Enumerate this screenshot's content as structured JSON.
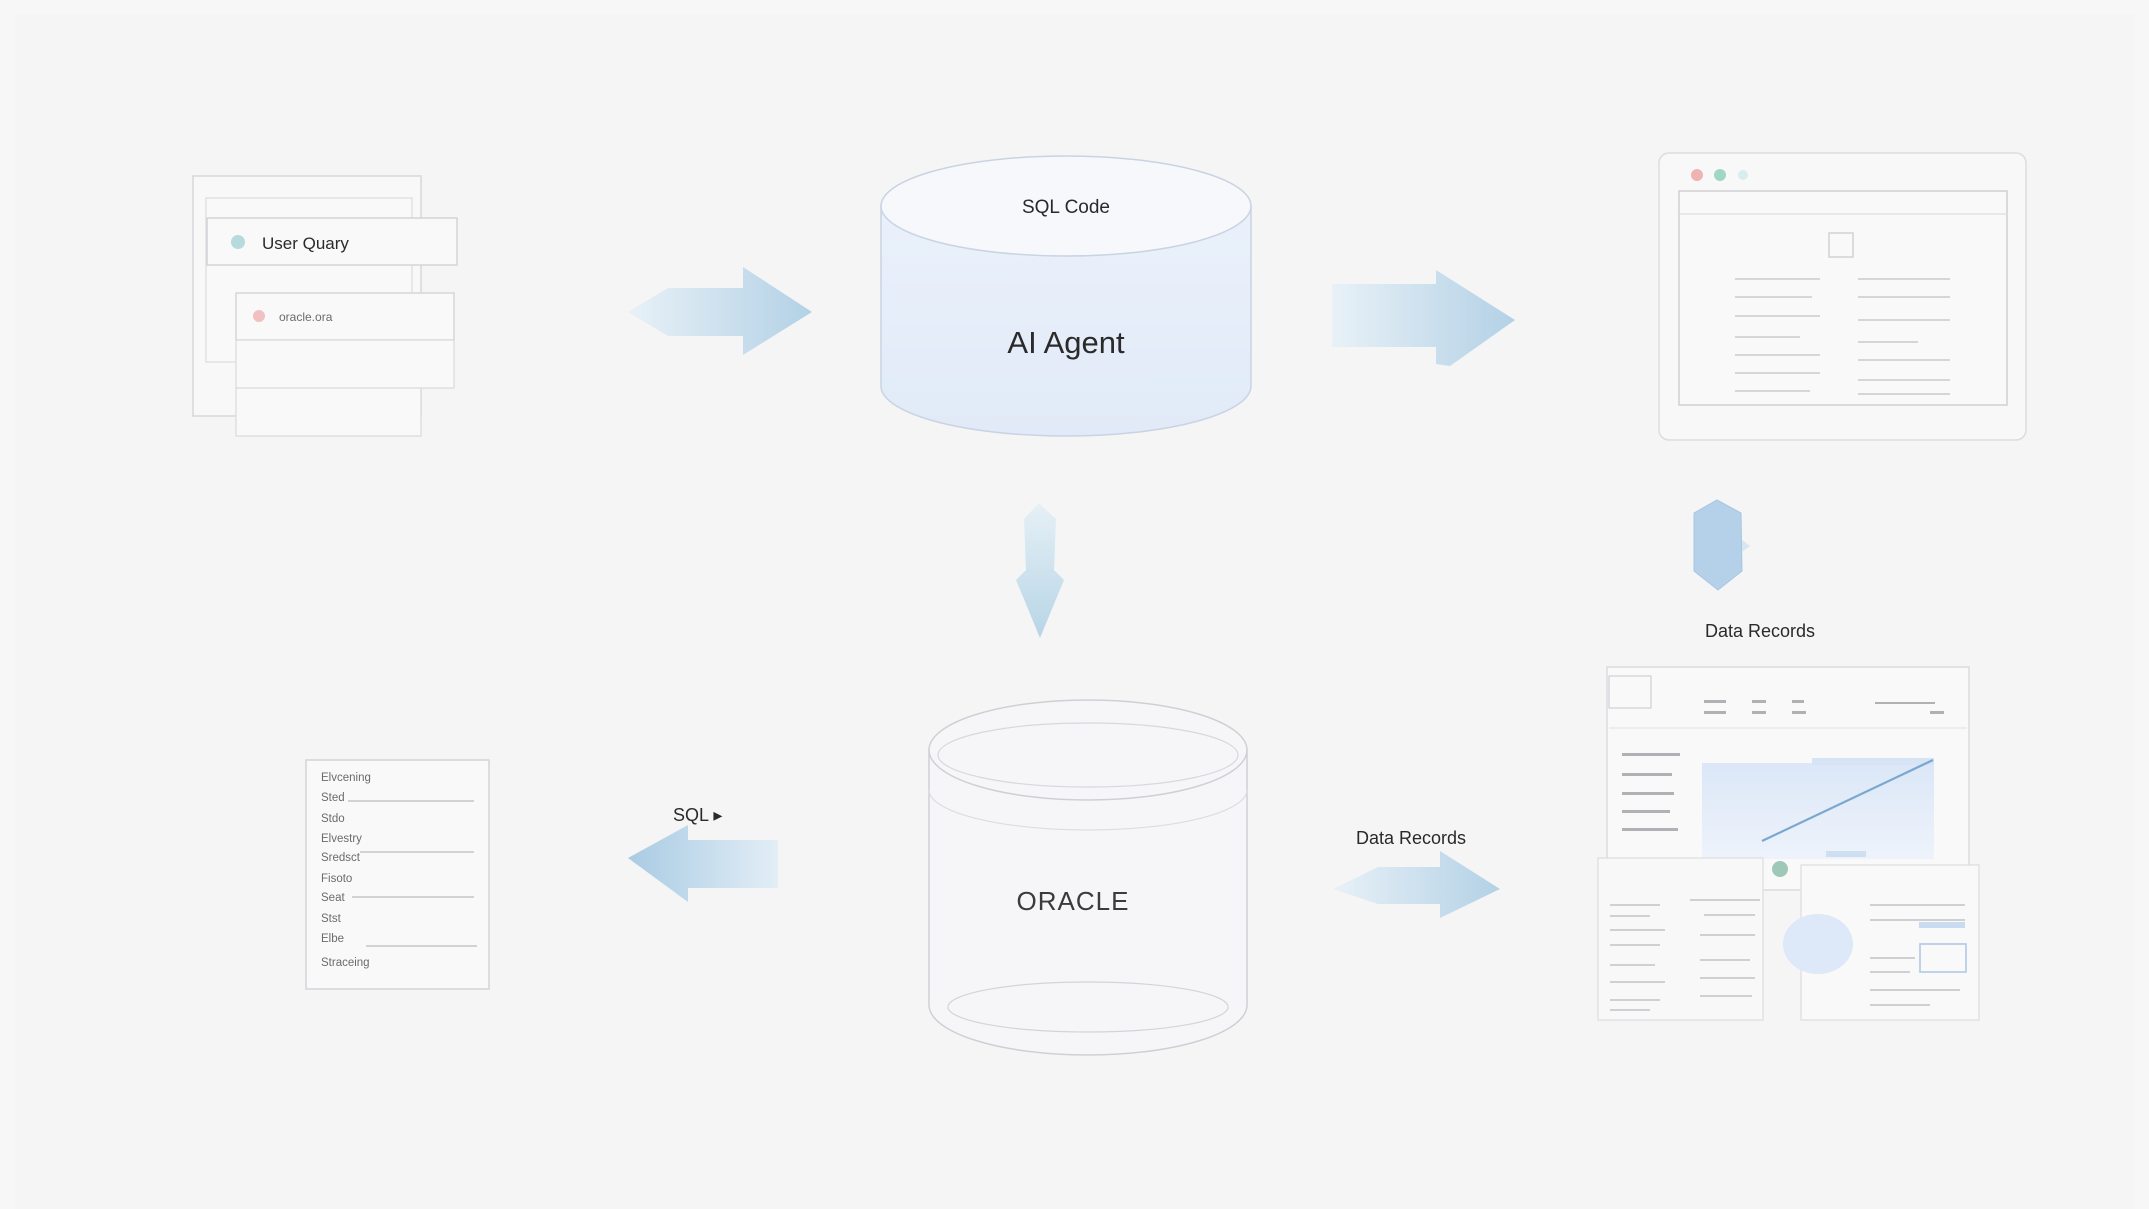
{
  "query_stack": {
    "title": "User Quary",
    "subtitle": "oracle.ora"
  },
  "agent": {
    "top_label": "SQL Code",
    "title": "AI Agent"
  },
  "database": {
    "logo_text": "ORACLE"
  },
  "sql_arrow": {
    "label": "SQL ▸"
  },
  "records": {
    "label_bottom": "Data Records",
    "label_right": "Data Records"
  },
  "schema_list": {
    "items": [
      "Elvcening",
      "Sted",
      "Stdo",
      "Elvestry",
      "Sredsct",
      "Fisoto",
      "Seat",
      "Stst",
      "Elbe",
      "Straceing"
    ]
  },
  "window_preview": {
    "dots": [
      "#f0b3b3",
      "#9fd6c4",
      "#d9ecee"
    ]
  },
  "colors": {
    "arrow_light": "#d3e6f1",
    "arrow_dark": "#b9d6e8",
    "cylinder_fill": "#e6eefb",
    "chart_line": "#7aa7cf"
  }
}
